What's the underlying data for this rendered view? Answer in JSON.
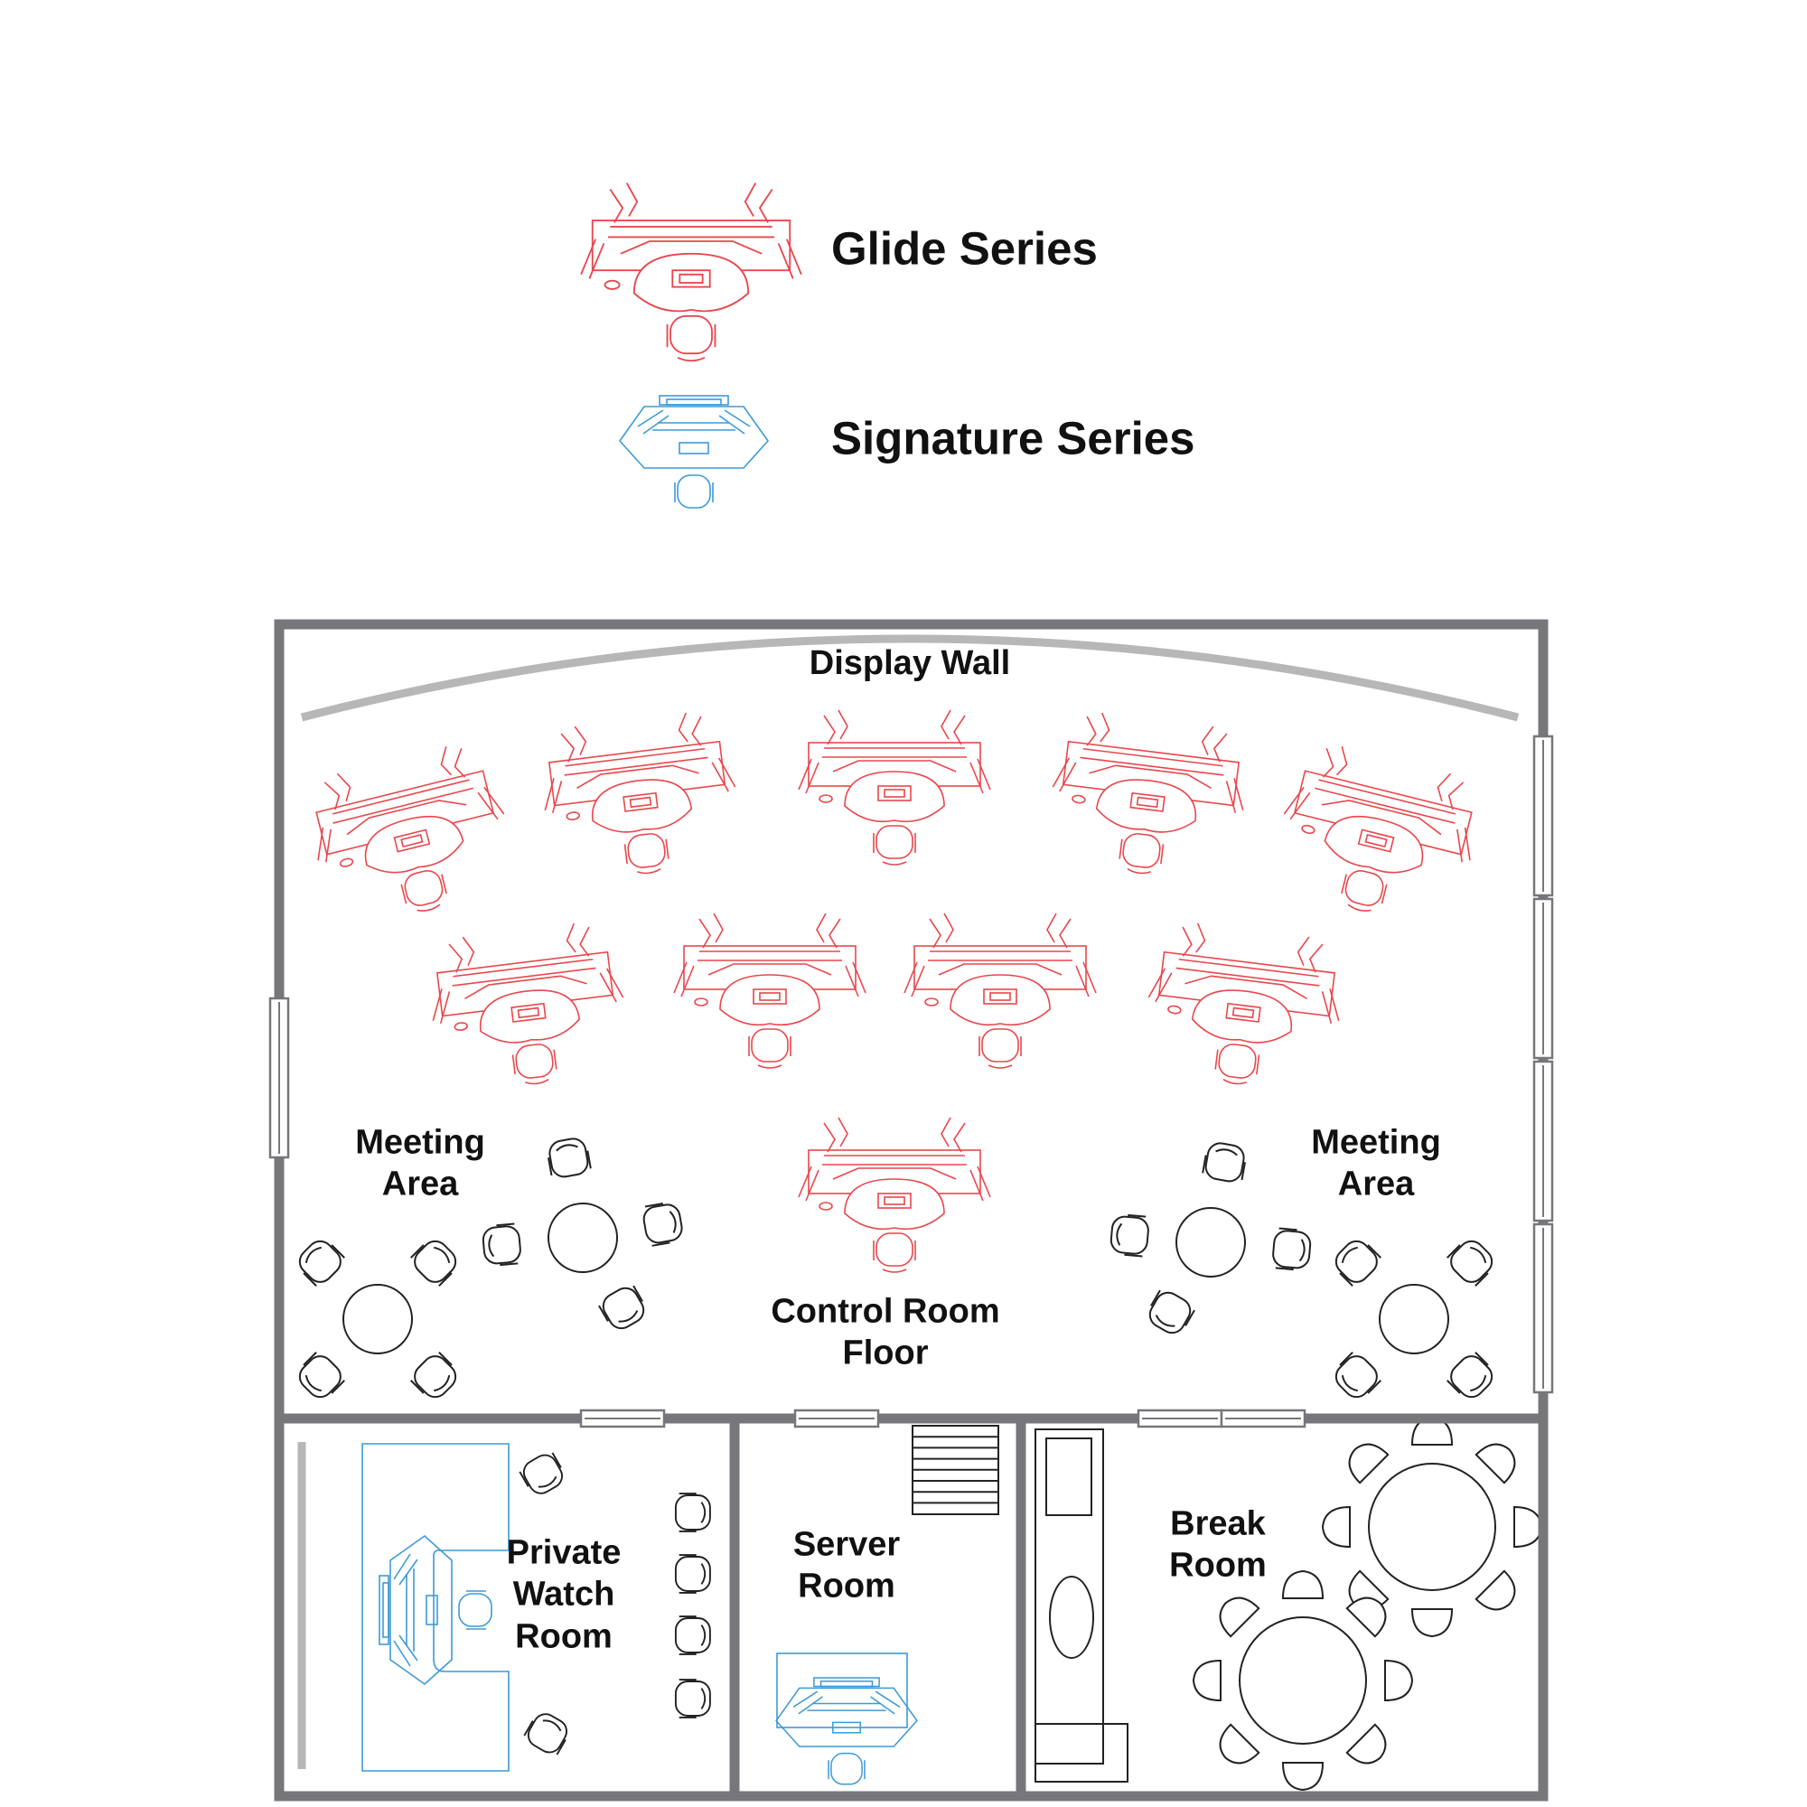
{
  "legend": {
    "glide_label": "Glide Series",
    "signature_label": "Signature Series"
  },
  "rooms": {
    "display_wall": "Display Wall",
    "meeting_area_left": "Meeting\nArea",
    "meeting_area_right": "Meeting\nArea",
    "control_room_floor": "Control Room\nFloor",
    "private_watch_room": "Private\nWatch\nRoom",
    "server_room": "Server\nRoom",
    "break_room": "Break\nRoom"
  },
  "colors": {
    "glide": "#e8474d",
    "signature": "#3d9ad6",
    "wall": "#77777b",
    "display_wall": "#b7b7b7",
    "furniture": "#222222"
  },
  "icons": {
    "glide_console": "glide-console-icon",
    "signature_console": "signature-console-icon",
    "round_table": "round-table-icon",
    "chair": "chair-icon"
  }
}
